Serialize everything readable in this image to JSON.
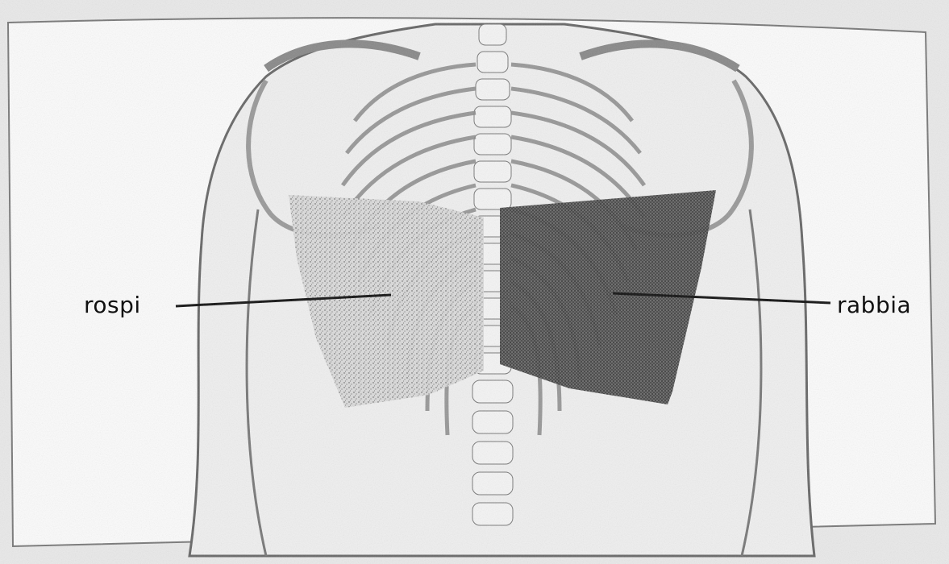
{
  "labels": {
    "left": "rospi",
    "right": "rabbia"
  },
  "regions": [
    {
      "id": "left-back-region",
      "linked_label": "rospi",
      "shading": "light-stipple"
    },
    {
      "id": "right-back-region",
      "linked_label": "rabbia",
      "shading": "dense-stipple"
    }
  ],
  "colors": {
    "page": "#e9e9e9",
    "frame_bg": "#fbfbfb",
    "outline": "#555555",
    "ink": "#111111"
  }
}
